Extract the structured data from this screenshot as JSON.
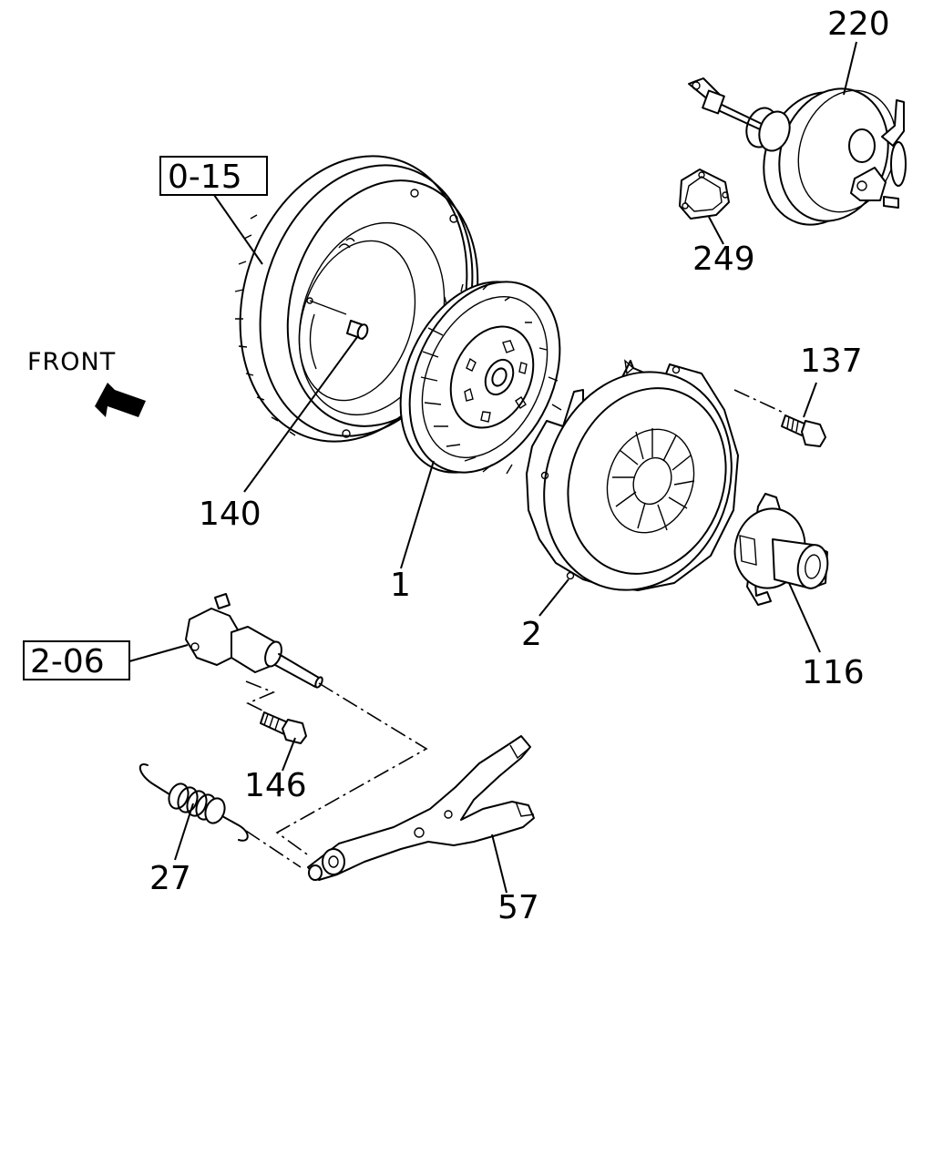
{
  "direction": {
    "label": "FRONT",
    "icon": "arrow-front-icon"
  },
  "reference_boxes": [
    {
      "id": "ref-0-15",
      "label": "0-15"
    },
    {
      "id": "ref-2-06",
      "label": "2-06"
    }
  ],
  "callouts": {
    "c220": "220",
    "c249": "249",
    "c137": "137",
    "c140": "140",
    "c1": "1",
    "c2": "2",
    "c116": "116",
    "c146": "146",
    "c27": "27",
    "c57": "57"
  },
  "parts": [
    {
      "name": "flywheel-icon"
    },
    {
      "name": "clutch-disc-icon"
    },
    {
      "name": "pressure-plate-icon"
    },
    {
      "name": "release-bearing-icon"
    },
    {
      "name": "brake-booster-icon"
    },
    {
      "name": "gasket-icon"
    },
    {
      "name": "bolt-icon"
    },
    {
      "name": "pilot-bearing-icon"
    },
    {
      "name": "slave-cylinder-icon"
    },
    {
      "name": "return-spring-icon"
    },
    {
      "name": "release-fork-icon"
    }
  ]
}
